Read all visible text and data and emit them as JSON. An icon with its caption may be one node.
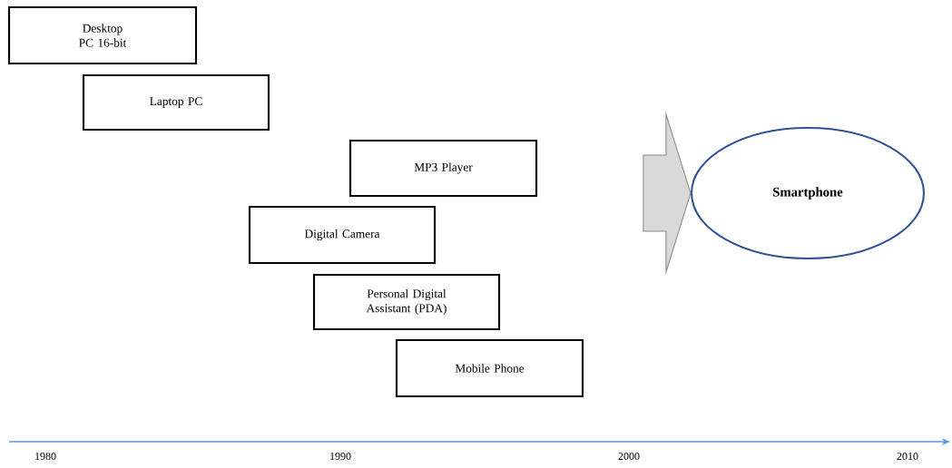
{
  "diagram": {
    "nodes": [
      {
        "text": [
          "Desktop PC 16-bit"
        ]
      },
      {
        "text": [
          "Laptop PC"
        ]
      },
      {
        "text": [
          "MP3 Player"
        ]
      },
      {
        "text": [
          "Digital Camera"
        ]
      },
      {
        "text": [
          "Personal Digital Assistant (PDA)"
        ]
      },
      {
        "text": [
          "Mobile Phone"
        ]
      },
      {
        "text": [
          "Smartphone"
        ]
      }
    ],
    "edges": [
      {
        "from": null,
        "to": 6,
        "arrow": "to"
      }
    ],
    "labels": [
      "1980",
      "1990",
      "2000",
      "2010"
    ]
  }
}
